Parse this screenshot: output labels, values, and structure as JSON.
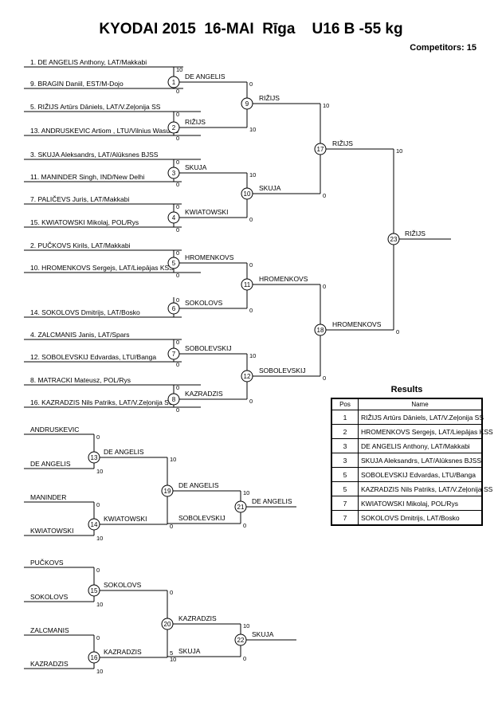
{
  "header": {
    "title": "KYODAI 2015  16-MAI  Rīga    U16 B -55 kg",
    "competitors": "Competitors: 15"
  },
  "main_bracket": {
    "entries": [
      "1. DE ANGELIS Anthony, LAT/Makkabi",
      "9. BRAGIN Daniil, EST/M-Dojo",
      "5. RIŽIJS Artūrs Dāniels, LAT/V.Zeļonija SS",
      "13. ANDRUSKEVIC Artiom , LTU/Vilnius Wasulas",
      "3. SKUJA Aleksandrs, LAT/Alūksnes BJSS",
      "11. MANINDER Singh, IND/New Delhi",
      "7. PALIČEVS Juris, LAT/Makkabi",
      "15. KWIATOWSKI Mikolaj, POL/Rys",
      "2. PUČKOVS Kirils, LAT/Makkabi",
      "10. HROMENKOVS Sergejs, LAT/Liepājas KSS",
      "14. SOKOLOVS Dmitrijs, LAT/Bosko",
      "4. ZALCMANIS Janis, LAT/Spars",
      "12. SOBOLEVSKIJ Edvardas, LTU/Banga",
      "8. MATRACKI Mateusz, POL/Rys",
      "16. KAZRADZIS Nils Patriks, LAT/V.Zeļonija SS"
    ],
    "matches": [
      {
        "num": "1",
        "winner": "DE ANGELIS",
        "scores": [
          "10",
          "0"
        ]
      },
      {
        "num": "2",
        "winner": "RIŽIJS",
        "scores": [
          "0",
          "0"
        ]
      },
      {
        "num": "3",
        "winner": "SKUJA",
        "scores": [
          "0",
          "0"
        ]
      },
      {
        "num": "4",
        "winner": "KWIATOWSKI",
        "scores": [
          "0",
          "0"
        ]
      },
      {
        "num": "5",
        "winner": "HROMENKOVS",
        "scores": [
          "0",
          "0"
        ]
      },
      {
        "num": "6",
        "winner": "SOKOLOVS",
        "scores": [
          "0"
        ]
      },
      {
        "num": "7",
        "winner": "SOBOLEVSKIJ",
        "scores": [
          "0",
          "0"
        ]
      },
      {
        "num": "8",
        "winner": "KAZRADZIS",
        "scores": [
          "0",
          "0"
        ]
      },
      {
        "num": "9",
        "winner": "RIŽIJS",
        "scores": [
          "0",
          "10"
        ]
      },
      {
        "num": "10",
        "winner": "SKUJA",
        "scores": [
          "10",
          "0"
        ]
      },
      {
        "num": "11",
        "winner": "HROMENKOVS",
        "scores": [
          "0",
          "0"
        ]
      },
      {
        "num": "12",
        "winner": "SOBOLEVSKIJ",
        "scores": [
          "10",
          "0"
        ]
      },
      {
        "num": "17",
        "winner": "RIŽIJS",
        "scores": [
          "10",
          "0"
        ]
      },
      {
        "num": "18",
        "winner": "HROMENKOVS",
        "scores": [
          "0",
          "0"
        ]
      },
      {
        "num": "23",
        "winner": "RIŽIJS",
        "scores": [
          "10",
          "0"
        ]
      }
    ]
  },
  "repechage_1": {
    "entries": [
      "ANDRUSKEVIC",
      "DE ANGELIS",
      "MANINDER",
      "KWIATOWSKI"
    ],
    "matches": [
      {
        "num": "13",
        "winner": "DE ANGELIS",
        "scores": [
          "0",
          "10"
        ]
      },
      {
        "num": "14",
        "winner": "KWIATOWSKI",
        "scores": [
          "0",
          "10"
        ]
      },
      {
        "num": "19",
        "winner": "DE ANGELIS",
        "scores": [
          "10",
          "0"
        ]
      },
      {
        "num": "21",
        "winner": "DE ANGELIS",
        "scores": [
          "10",
          "0"
        ]
      }
    ],
    "loser_label": "SOBOLEVSKIJ"
  },
  "repechage_2": {
    "entries": [
      "PUČKOVS",
      "SOKOLOVS",
      "ZALCMANIS",
      "KAZRADZIS"
    ],
    "matches": [
      {
        "num": "15",
        "winner": "SOKOLOVS",
        "scores": [
          "0",
          "10"
        ]
      },
      {
        "num": "16",
        "winner": "KAZRADZIS",
        "scores": [
          "0",
          "10"
        ]
      },
      {
        "num": "20",
        "winner": "KAZRADZIS",
        "scores": [
          "0",
          "10"
        ]
      },
      {
        "num": "22",
        "winner": "SKUJA",
        "scores": [
          "10",
          "0"
        ]
      }
    ],
    "loser_label": "SKUJA",
    "loser_score": "5"
  },
  "results": {
    "title": "Results",
    "columns": [
      "Pos",
      "Name"
    ],
    "rows": [
      {
        "pos": "1",
        "name": "RIŽIJS Artūrs Dāniels, LAT/V.Zeļonija SS"
      },
      {
        "pos": "2",
        "name": "HROMENKOVS Sergejs, LAT/Liepājas KSS"
      },
      {
        "pos": "3",
        "name": "DE ANGELIS Anthony, LAT/Makkabi"
      },
      {
        "pos": "3",
        "name": "SKUJA Aleksandrs, LAT/Alūksnes BJSS"
      },
      {
        "pos": "5",
        "name": "SOBOLEVSKIJ Edvardas, LTU/Banga"
      },
      {
        "pos": "5",
        "name": "KAZRADZIS Nils Patriks, LAT/V.Zeļonija SS"
      },
      {
        "pos": "7",
        "name": "KWIATOWSKI Mikolaj, POL/Rys"
      },
      {
        "pos": "7",
        "name": "SOKOLOVS Dmitrijs, LAT/Bosko"
      }
    ]
  }
}
